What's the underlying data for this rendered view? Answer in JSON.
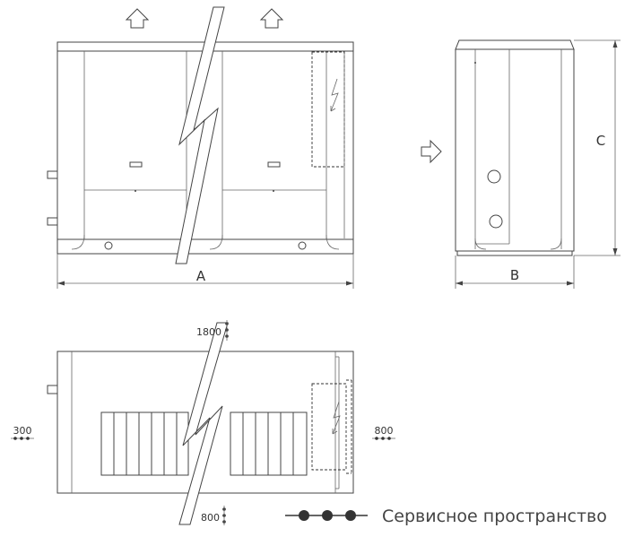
{
  "dimensions": {
    "a": "A",
    "b": "B",
    "c": "C"
  },
  "service_clearances": {
    "top": "1800",
    "bottom": "800",
    "left": "300",
    "right": "800"
  },
  "legend": {
    "text": "Сервисное пространство"
  },
  "icons": {
    "airflow_up": "arrow-up-outline-icon",
    "airflow_in": "arrow-right-outline-icon",
    "electrical": "lightning-bolt-icon",
    "break_line": "break-line-icon"
  },
  "colors": {
    "line": "#444444",
    "background": "#ffffff"
  }
}
